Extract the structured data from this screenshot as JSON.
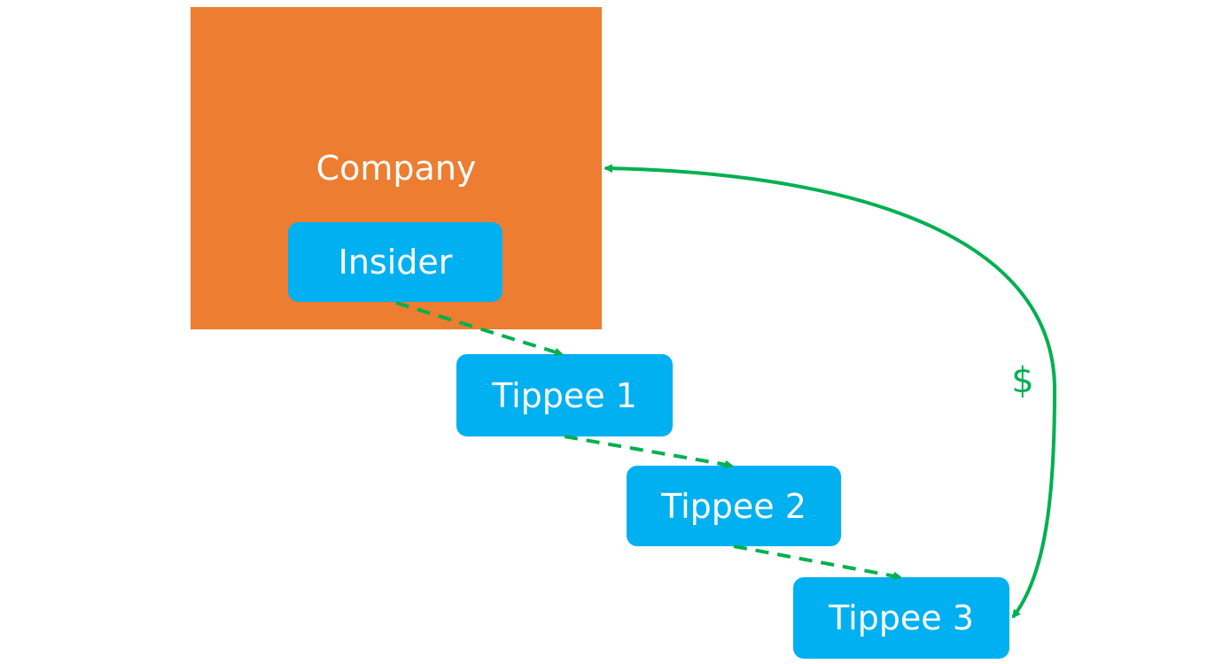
{
  "nodes": {
    "company": "Company",
    "insider": "Insider",
    "tippee1": "Tippee 1",
    "tippee2": "Tippee 2",
    "tippee3": "Tippee 3"
  },
  "edges": {
    "payment_label": "$"
  },
  "colors": {
    "company": "#ED7D31",
    "person": "#00B0F0",
    "arrow": "#00B050"
  }
}
